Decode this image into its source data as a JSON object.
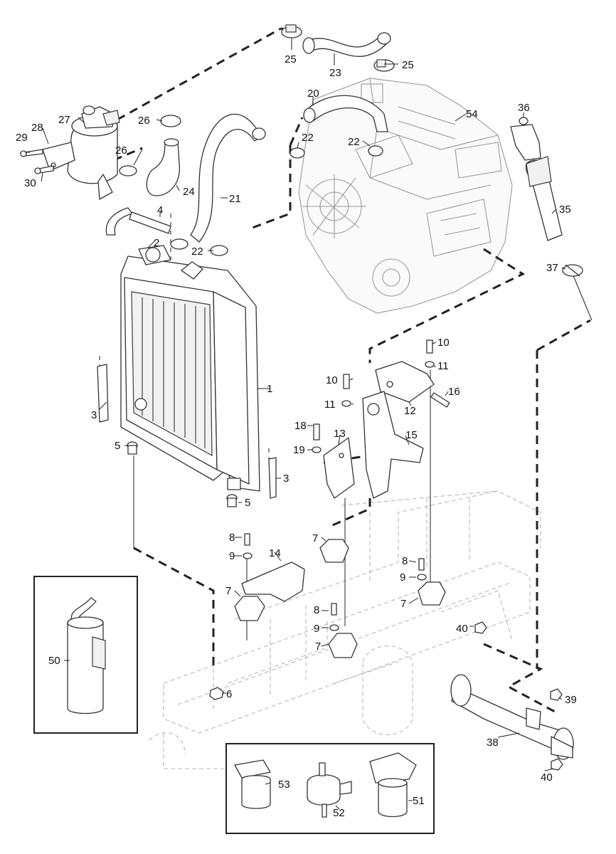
{
  "labels": {
    "l1": "1",
    "l2": "2",
    "l3a": "3",
    "l3b": "3",
    "l4": "4",
    "l5a": "5",
    "l5b": "5",
    "l6": "6",
    "l7a": "7",
    "l7b": "7",
    "l7c": "7",
    "l7d": "7",
    "l8a": "8",
    "l8b": "8",
    "l8c": "8",
    "l9a": "9",
    "l9b": "9",
    "l9c": "9",
    "l10a": "10",
    "l10b": "10",
    "l11a": "11",
    "l11b": "11",
    "l12": "12",
    "l13": "13",
    "l14": "14",
    "l15": "15",
    "l16": "16",
    "l18": "18",
    "l19": "19",
    "l20": "20",
    "l21": "21",
    "l22a": "22",
    "l22b": "22",
    "l22c": "22",
    "l23": "23",
    "l24": "24",
    "l25a": "25",
    "l25b": "25",
    "l26a": "26",
    "l26b": "26",
    "l27": "27",
    "l28": "28",
    "l29": "29",
    "l30": "30",
    "l35": "35",
    "l36": "36",
    "l37": "37",
    "l38": "38",
    "l39": "39",
    "l40a": "40",
    "l40b": "40",
    "l50": "50",
    "l51": "51",
    "l52": "52",
    "l53": "53",
    "l54": "54"
  }
}
